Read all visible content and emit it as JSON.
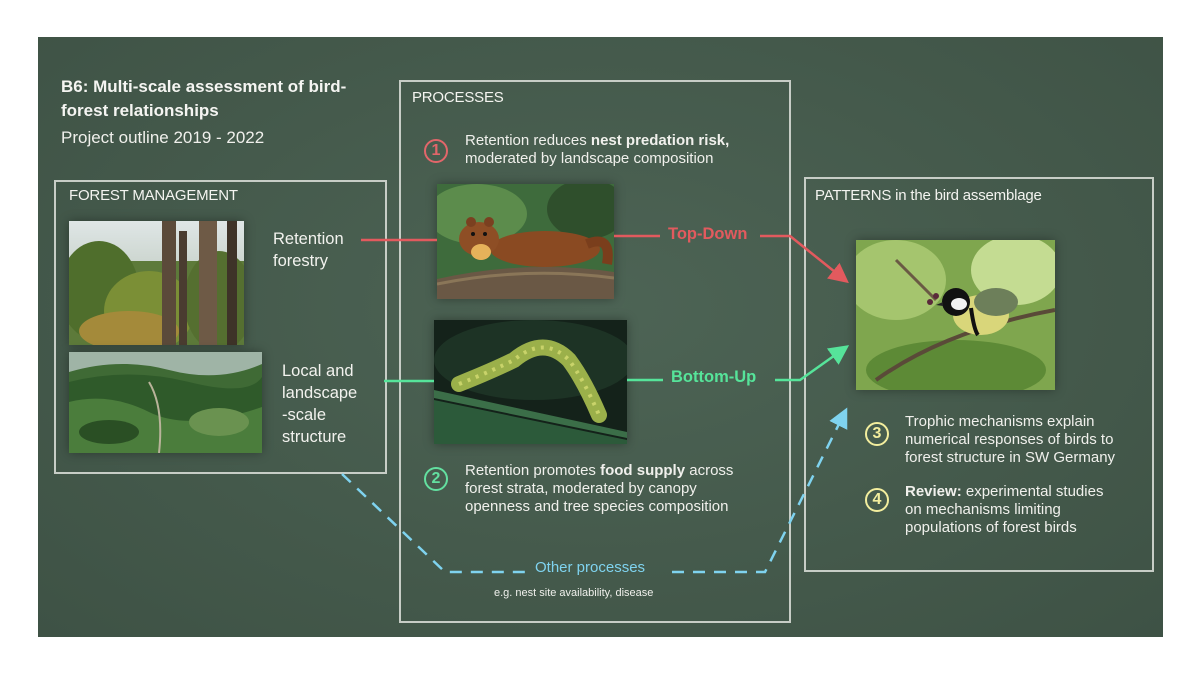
{
  "header": {
    "title": "B6: Multi-scale assessment of bird-forest relationships",
    "subtitle": "Project outline 2019 - 2022"
  },
  "forest_management": {
    "label": "FOREST MANAGEMENT",
    "item1": [
      "Retention",
      "forestry"
    ],
    "item2": [
      "Local and",
      "landscape",
      "-scale",
      "structure"
    ]
  },
  "processes": {
    "label": "PROCESSES",
    "p1": {
      "number": "1",
      "pre": "Retention reduces ",
      "bold": "nest predation risk,",
      "post": "moderated by landscape composition",
      "color": "#e2666a"
    },
    "p2": {
      "number": "2",
      "pre": "Retention promotes ",
      "bold": "food supply",
      "post1": " across",
      "line2": "forest strata, moderated by canopy",
      "line3": "openness and tree species composition",
      "color": "#63e0a0"
    },
    "top_down": "Top-Down",
    "bottom_up": "Bottom-Up",
    "other": "Other processes",
    "other_example": "e.g. nest site availability, disease"
  },
  "patterns": {
    "label": "PATTERNS in the bird assemblage",
    "p3": {
      "number": "3",
      "lines": [
        "Trophic mechanisms explain",
        "numerical responses of birds to",
        "forest structure in SW Germany"
      ],
      "color": "#f3ee9e"
    },
    "p4": {
      "number": "4",
      "bold": "Review:",
      "line1": " experimental studies",
      "line2": "on mechanisms limiting",
      "line3": "populations of forest birds",
      "color": "#f3ee9e"
    }
  },
  "colors": {
    "board": "#44594b",
    "top_down": "#e25a5e",
    "bottom_up": "#56e49a",
    "other": "#7fd3ef",
    "badge_yellow": "#f3ee9e"
  },
  "images": [
    "forest-photo",
    "valley-landscape-photo",
    "marten-photo",
    "caterpillar-photo",
    "great-tit-photo"
  ]
}
